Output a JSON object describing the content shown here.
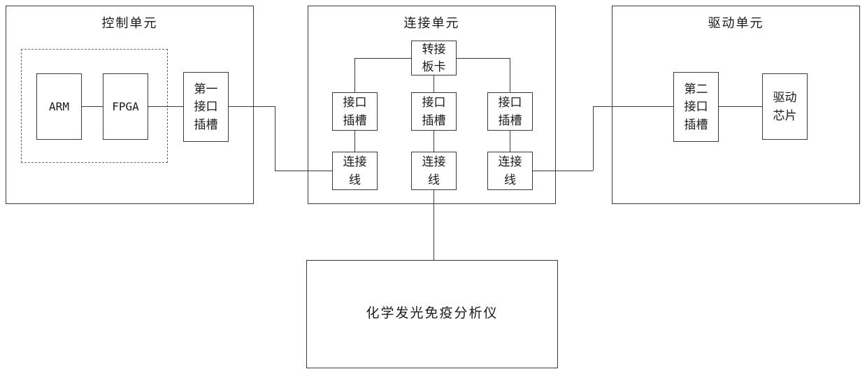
{
  "control_unit": {
    "title": "控制单元",
    "arm_label": "ARM",
    "fpga_label": "FPGA",
    "first_slot_label": "第一接口插槽"
  },
  "connection_unit": {
    "title": "连接单元",
    "adapter_label": "转接板卡",
    "slot_labels": [
      "接口插槽",
      "接口插槽",
      "接口插槽"
    ],
    "cable_labels": [
      "连接线",
      "连接线",
      "连接线"
    ]
  },
  "drive_unit": {
    "title": "驱动单元",
    "second_slot_label": "第二接口插槽",
    "chip_label": "驱动芯片"
  },
  "analyzer": {
    "label": "化学发光免疫分析仪"
  }
}
